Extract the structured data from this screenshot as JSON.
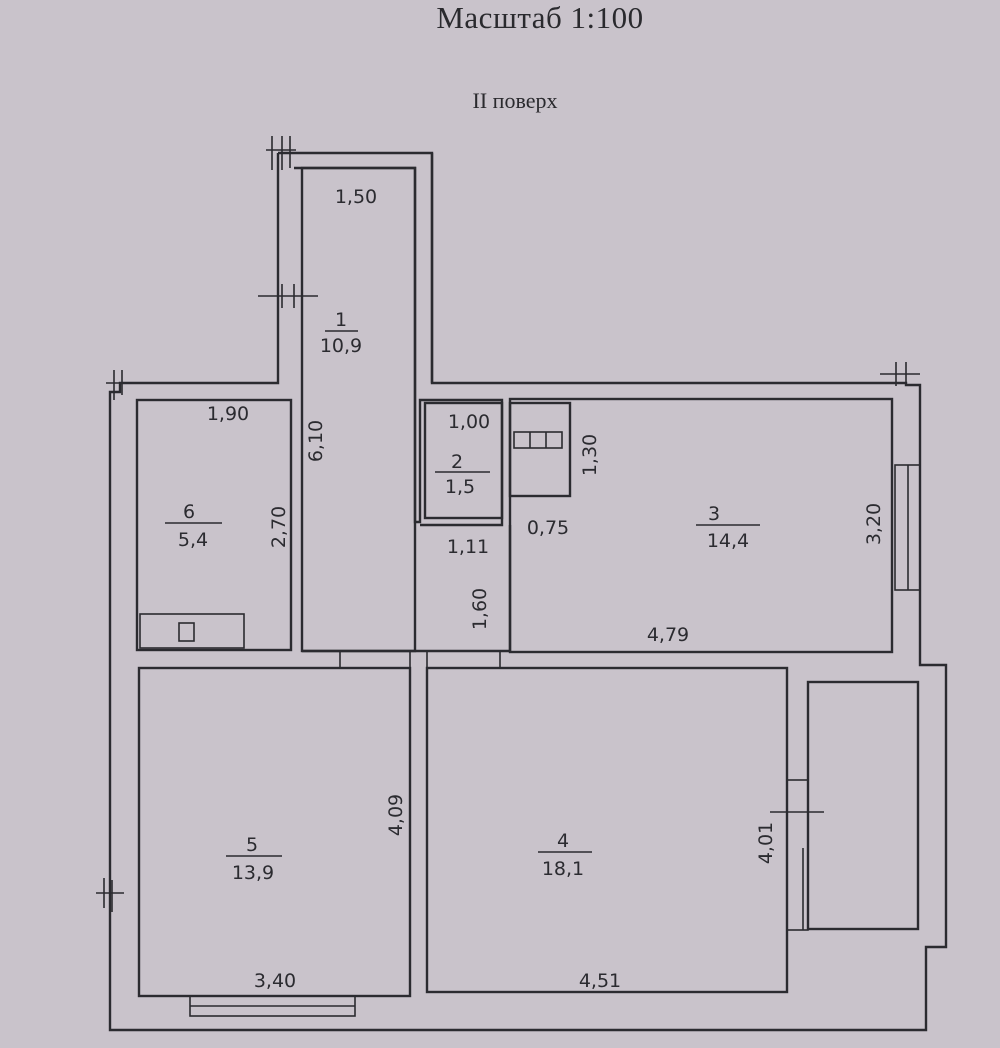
{
  "header": {
    "scale": "Масштаб 1:100",
    "floor": "II поверх"
  },
  "rooms": [
    {
      "id": "r1",
      "number": "1",
      "area": "10,9"
    },
    {
      "id": "r2",
      "number": "2",
      "area": "1,5"
    },
    {
      "id": "r3",
      "number": "3",
      "area": "14,4"
    },
    {
      "id": "r4",
      "number": "4",
      "area": "18,1"
    },
    {
      "id": "r5",
      "number": "5",
      "area": "13,9"
    },
    {
      "id": "r6",
      "number": "6",
      "area": "5,4"
    }
  ],
  "dimensions": {
    "d_1_50": "1,50",
    "d_6_10": "6,10",
    "d_1_90": "1,90",
    "d_2_70": "2,70",
    "d_1_00": "1,00",
    "d_1_30": "1,30",
    "d_0_75": "0,75",
    "d_1_11": "1,11",
    "d_1_60": "1,60",
    "d_3_20": "3,20",
    "d_4_79": "4,79",
    "d_4_09": "4,09",
    "d_3_40": "3,40",
    "d_4_01": "4,01",
    "d_4_51": "4,51"
  }
}
